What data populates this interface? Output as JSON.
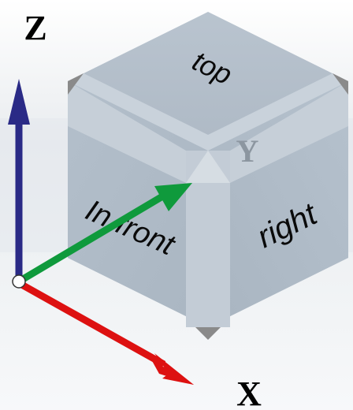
{
  "cube": {
    "faces": {
      "top": "top",
      "front": "In front",
      "right": "right"
    }
  },
  "axes": {
    "z": {
      "label": "Z",
      "color": "#2a2a86"
    },
    "x": {
      "label": "X",
      "color": "#dd1111"
    },
    "y": {
      "label": "Y",
      "color": "#0f9a3c"
    }
  },
  "colors": {
    "cube_face": "#b7c2cd",
    "cube_edge": "#c8d1da",
    "corner": "#888888",
    "background": "#f4f6f8"
  }
}
